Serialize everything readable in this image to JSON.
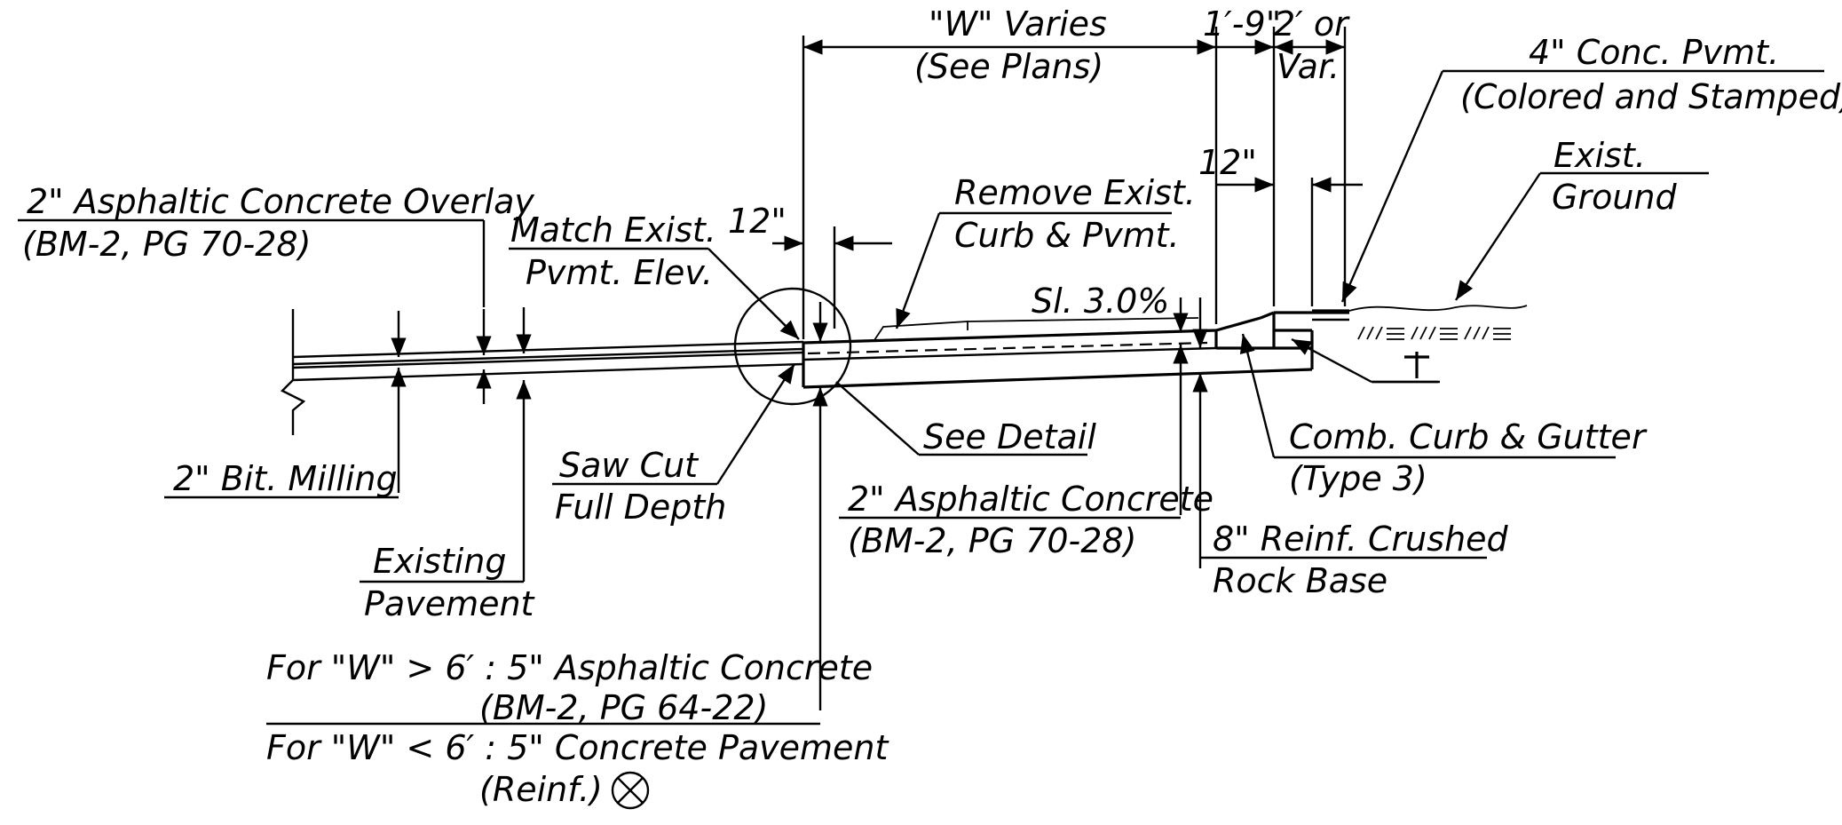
{
  "labels": {
    "w_varies": "\"W\" Varies",
    "see_plans": "(See Plans)",
    "dim_1_9": "1′-9\"",
    "dim_2_or": "2′ or",
    "dim_var": "Var.",
    "conc_pvmt_1": "4\" Conc. Pvmt.",
    "conc_pvmt_2": "(Colored and Stamped)",
    "exist_ground_1": "Exist.",
    "exist_ground_2": "Ground",
    "dim_12_right": "12\"",
    "overlay_1": "2\" Asphaltic Concrete Overlay",
    "overlay_2": "(BM-2, PG 70-28)",
    "match_1": "Match Exist.",
    "match_2": "Pvmt. Elev.",
    "dim_12_left": "12\"",
    "remove_1": "Remove Exist.",
    "remove_2": "Curb & Pvmt.",
    "slope": "Sl. 3.0%",
    "see_detail": "See Detail",
    "milling": "2\" Bit. Milling",
    "saw_cut_1": "Saw  Cut",
    "saw_cut_2": "Full Depth",
    "ac_1": "2\" Asphaltic Concrete",
    "ac_2": "(BM-2, PG 70-28)",
    "curb_1": "Comb. Curb & Gutter",
    "curb_2": "(Type 3)",
    "rock_1": "8\" Reinf. Crushed",
    "rock_2": "Rock Base",
    "existing_1": "Existing",
    "existing_2": "Pavement",
    "for_w_gt_1": "For \"W\" > 6′ : 5\" Asphaltic Concrete",
    "for_w_gt_2": "(BM-2, PG 64-22)",
    "for_w_lt_1": "For \"W\" < 6′ : 5\" Concrete Pavement",
    "for_w_lt_2": "(Reinf.)"
  },
  "icons": {
    "reinf_symbol": "circled-x-icon",
    "soil_hatch": "earth-hatch-icon",
    "break_line": "break-line-icon"
  }
}
